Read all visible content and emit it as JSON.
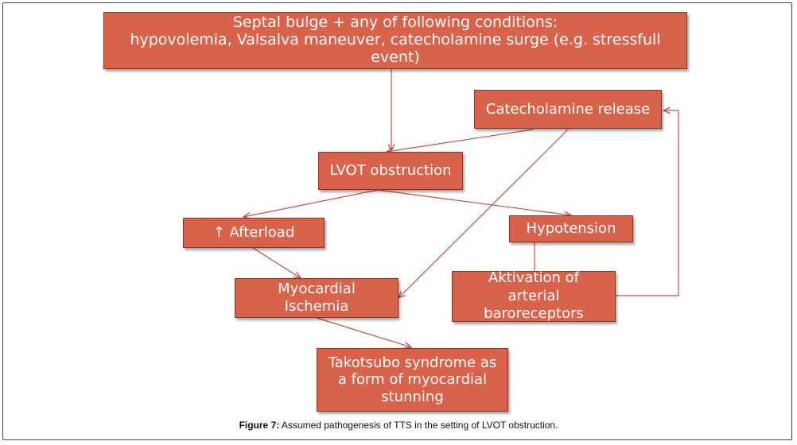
{
  "diagram": {
    "nodes": {
      "septal": "Septal bulge + any of following conditions:\nhypovolemia, Valsalva maneuver, catecholamine surge (e.g. stressfull\nevent)",
      "catecholamine": "Catecholamine release",
      "lvot": "LVOT obstruction",
      "afterload": "↑ Afterload",
      "hypotension": "Hypotension",
      "ischemia": "Myocardial\nIschemia",
      "baroreceptors": "Aktivation of\narterial\nbaroreceptors",
      "takotsubo": "Takotsubo syndrome as\na form of myocardial\nstunning"
    },
    "edges": [
      {
        "from": "septal",
        "to": "lvot"
      },
      {
        "from": "catecholamine",
        "to": "lvot"
      },
      {
        "from": "catecholamine",
        "to": "ischemia"
      },
      {
        "from": "lvot",
        "to": "afterload"
      },
      {
        "from": "lvot",
        "to": "hypotension"
      },
      {
        "from": "afterload",
        "to": "ischemia"
      },
      {
        "from": "hypotension",
        "to": "baroreceptors"
      },
      {
        "from": "baroreceptors",
        "to": "catecholamine"
      },
      {
        "from": "ischemia",
        "to": "takotsubo"
      }
    ],
    "colors": {
      "box_fill": "#d9634a",
      "box_border": "#8c3322",
      "box_text": "#ffffff",
      "edge": "#c0504d"
    }
  },
  "caption": {
    "label": "Figure 7:",
    "text": " Assumed pathogenesis of TTS in the setting of LVOT obstruction."
  }
}
